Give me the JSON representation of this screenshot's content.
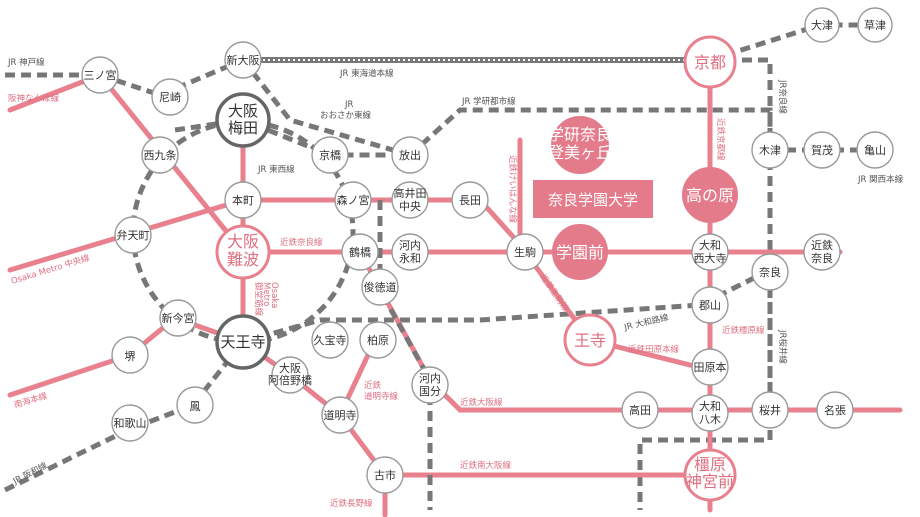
{
  "colors": {
    "kintetsu": "#e8808e",
    "kintetsu_text": "#e06f80",
    "jr_gray": "#777777",
    "circle_gray": "#666666",
    "station_fill": "#ffffff",
    "highlight_fill": "#e47b8a"
  },
  "stations": {
    "otsu": "大津",
    "kusatsu": "草津",
    "kyoto": "京都",
    "shin_osaka": "新大阪",
    "sannomiya": "三ノ宮",
    "amagasaki": "尼崎",
    "osaka_umeda": [
      "大阪",
      "梅田"
    ],
    "kyobashi": "京橋",
    "hanaten": "放出",
    "gakken_nara_tomigaoka": [
      "学研奈良",
      "登美ヶ丘"
    ],
    "kizu": "木津",
    "kamo": "賀茂",
    "kameyama": "亀山",
    "nishikujo": "西九条",
    "honmachi": "本町",
    "morinomiya": "森ノ宮",
    "takaida_chuo": [
      "高井田",
      "中央"
    ],
    "nagata": "長田",
    "takanohara": "高の原",
    "bentencho": "弁天町",
    "osaka_namba": [
      "大阪",
      "難波"
    ],
    "tsuruhashi": "鶴橋",
    "kawachi_eiwa": [
      "河内",
      "永和"
    ],
    "ikoma": "生駒",
    "gakuenmae": "学園前",
    "yamato_saidaiji": [
      "大和",
      "西大寺"
    ],
    "kintetsu_nara": [
      "近鉄",
      "奈良"
    ],
    "shun_tokumichi": "俊徳道",
    "nara": "奈良",
    "shinimamiya": "新今宮",
    "tennoji": "天王寺",
    "kyuhoji": "久宝寺",
    "kashiwara": "柏原",
    "oji": "王寺",
    "koriyama": "郡山",
    "sakai": "堺",
    "osaka_abenobashi": [
      "大阪",
      "阿倍野橋"
    ],
    "kawachi_kokubu": [
      "河内",
      "国分"
    ],
    "tawaramoto": "田原本",
    "otori": "鳳",
    "wakayamashi": "和歌山",
    "domyoji": "道明寺",
    "takada": "高田",
    "yamato_yagi": [
      "大和",
      "八木"
    ],
    "sakurai": "桜井",
    "nabari": "名張",
    "furuichi": "古市",
    "kashiharajingumae": [
      "橿原",
      "神宮前"
    ]
  },
  "center_label": "奈良学園大学",
  "line_labels": {
    "jr_kobe": "JR 神戸線",
    "hanshin_namba": "阪神なんば線",
    "jr_tokaido": "JR 東海道本線",
    "jr_osaka_higashi": [
      "JR",
      "おおさか東線"
    ],
    "jr_gakkentoshi": "JR 学研都市線",
    "jr_tozai": "JR 東西線",
    "kintetsu_keihanna": "近鉄けいはんな線",
    "kintetsu_kyoto": "近鉄京都線",
    "jr_nara": "JR奈良線",
    "jr_kansai": "JR 関西本線",
    "metro_chuo": "Osaka Metro 中央線",
    "kintetsu_nara_line": "近鉄奈良線",
    "metro_midosuji": [
      "Osaka",
      "Metro",
      "御堂筋線"
    ],
    "kintetsu_ikoma": "近鉄生駒線",
    "jr_yamatoji": "JR 大和路線",
    "kintetsu_kashihara": "近鉄橿原線",
    "kintetsu_tawaramoto": "近鉄田原本線",
    "jr_sakurai": "JR桜井線",
    "nankai_main": "南海本線",
    "kintetsu_minami_osaka": "近鉄南大阪線",
    "kintetsu_domyoji": [
      "近鉄",
      "道明寺線"
    ],
    "kintetsu_osaka": "近鉄大阪線",
    "jr_hanwa": "JR 阪和線",
    "kintetsu_nagano": "近鉄長野線"
  }
}
